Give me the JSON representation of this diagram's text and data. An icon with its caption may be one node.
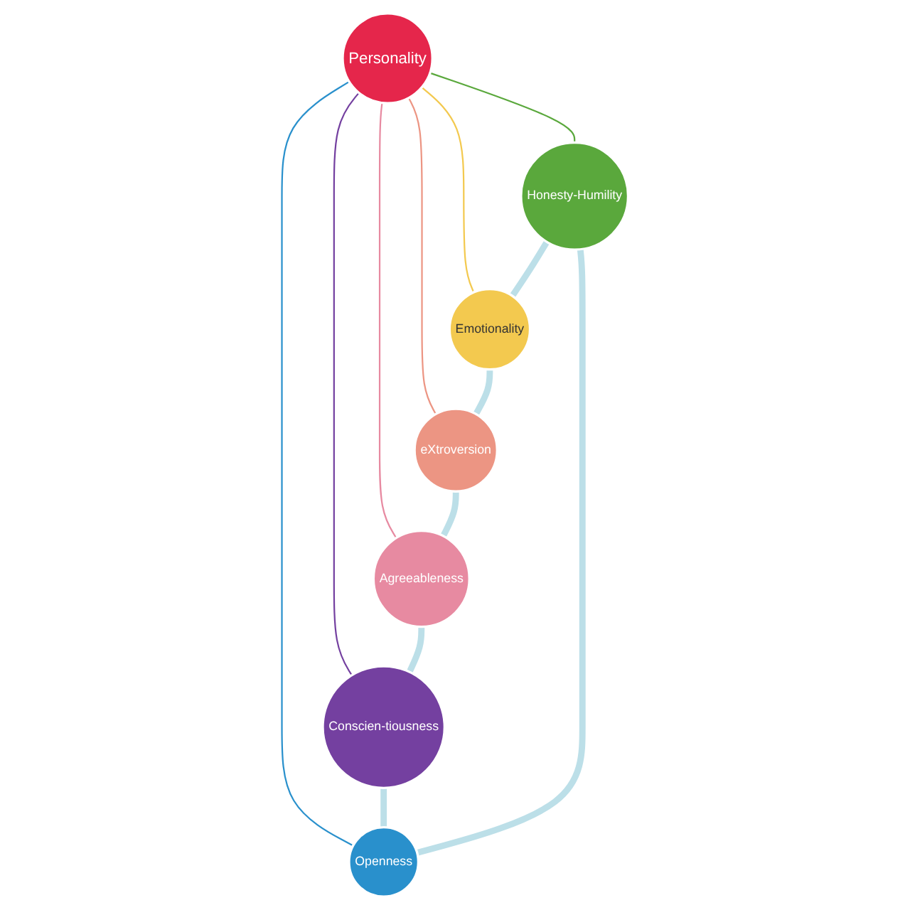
{
  "diagram": {
    "nodes": [
      {
        "text": [
          "Personality"
        ]
      },
      {
        "text": [
          "Honesty-Humility"
        ]
      },
      {
        "text": [
          "Emotionality"
        ]
      },
      {
        "text": [
          "eXtroversion"
        ]
      },
      {
        "text": [
          "Agreeableness"
        ]
      },
      {
        "text": [
          "Conscien-tiousness"
        ]
      },
      {
        "text": [
          "Openness"
        ]
      }
    ],
    "edges": [
      {
        "from": 0,
        "to": 1,
        "arrow": "none",
        "color": "#5aa83c"
      },
      {
        "from": 0,
        "to": 2,
        "arrow": "none",
        "color": "#f3c94f"
      },
      {
        "from": 0,
        "to": 3,
        "arrow": "none",
        "color": "#ec9583"
      },
      {
        "from": 0,
        "to": 4,
        "arrow": "none",
        "color": "#e78aa1"
      },
      {
        "from": 0,
        "to": 5,
        "arrow": "none",
        "color": "#7440a0"
      },
      {
        "from": 0,
        "to": 6,
        "arrow": "none",
        "color": "#2990cc"
      },
      {
        "from": 1,
        "to": 2,
        "arrow": "none",
        "style": "thick",
        "color": "#bcdfe8"
      },
      {
        "from": 2,
        "to": 3,
        "arrow": "none",
        "style": "thick",
        "color": "#bcdfe8"
      },
      {
        "from": 3,
        "to": 4,
        "arrow": "none",
        "style": "thick",
        "color": "#bcdfe8"
      },
      {
        "from": 4,
        "to": 5,
        "arrow": "none",
        "style": "thick",
        "color": "#bcdfe8"
      },
      {
        "from": 5,
        "to": 6,
        "arrow": "none",
        "style": "thick",
        "color": "#bcdfe8"
      },
      {
        "from": 6,
        "to": 1,
        "arrow": "none",
        "style": "thick",
        "color": "#bcdfe8"
      }
    ]
  }
}
